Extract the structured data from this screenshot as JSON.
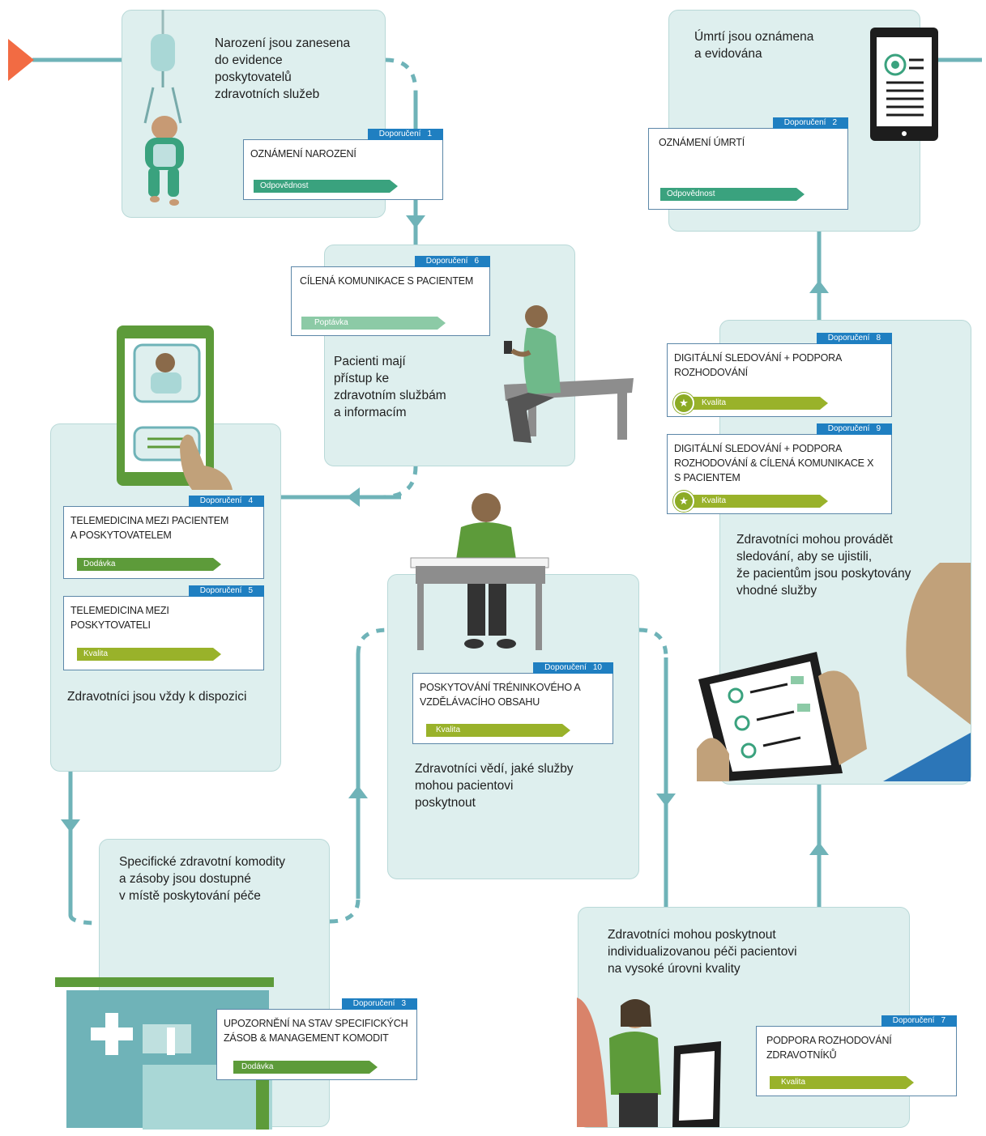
{
  "colors": {
    "panel": "#deefee",
    "connector": "#6fb3b8",
    "tag_blue": "#1f7fc1",
    "odpovednost": "#3aa27e",
    "poptavka": "#8ccaa6",
    "dodavka": "#5d9b3a",
    "kvalita": "#99b22a",
    "start_marker": "#f26b43"
  },
  "icons": [
    "start-arrow-icon",
    "baby-icon",
    "tablet-document-icon",
    "phone-chat-icon",
    "person-phone-icon",
    "person-desk-icon",
    "pharmacy-building-icon",
    "health-worker-icon",
    "tablet-list-icon",
    "star-icon"
  ],
  "panels": {
    "birth": "Narození jsou zanesena\ndo evidence\nposkytovatelů\nzdravotních služeb",
    "death": "Úmrtí jsou oznámena\na evidována",
    "access": "Pacienti mají\npřístup ke\nzdravotním službám\na informacím",
    "available": "Zdravotníci jsou vždy k dispozici",
    "monitoring": "Zdravotníci mohou provádět\nsledování, aby se ujistili,\nže pacientům jsou poskytovány\nvhodné služby",
    "knowledge": "Zdravotníci vědí, jaké služby\nmohou pacientovi\nposkytnout",
    "commodities": "Specifické zdravotní komodity\na zásoby jsou dostupné\nv místě poskytování péče",
    "quality": "Zdravotníci mohou poskytnout\nindividualizovanou péči pacientovi\nna vysoké úrovni kvality"
  },
  "cards": {
    "c1": {
      "tag": "Doporučení",
      "num": "1",
      "title": "OZNÁMENÍ NAROZENÍ",
      "bar": "Odpovědnost"
    },
    "c2": {
      "tag": "Doporučení",
      "num": "2",
      "title": "OZNÁMENÍ ÚMRTÍ",
      "bar": "Odpovědnost"
    },
    "c6": {
      "tag": "Doporučení",
      "num": "6",
      "title": "CÍLENÁ KOMUNIKACE S PACIENTEM",
      "bar": "Poptávka"
    },
    "c8": {
      "tag": "Doporučení",
      "num": "8",
      "title": "DIGITÁLNÍ SLEDOVÁNÍ + PODPORA\nROZHODOVÁNÍ",
      "bar": "Kvalita"
    },
    "c9": {
      "tag": "Doporučení",
      "num": "9",
      "title": "DIGITÁLNÍ SLEDOVÁNÍ + PODPORA\nROZHODOVÁNÍ & CÍLENÁ KOMUNIKACE x\nS PACIENTEM",
      "bar": "Kvalita"
    },
    "c4": {
      "tag": "Doporučení",
      "num": "4",
      "title": "TELEMEDICINA MEZI PACIENTEM\nA POSKYTOVATELEM",
      "bar": "Dodávka"
    },
    "c5": {
      "tag": "Doporučení",
      "num": "5",
      "title": "TELEMEDICINA MEZI\nPOSKYTOVATELI",
      "bar": "Kvalita"
    },
    "c10": {
      "tag": "Doporučení",
      "num": "10",
      "title": "POSKYTOVÁNÍ TRÉNINKOVÉHO A\nVZDĚLÁVACÍHO OBSAHU",
      "bar": "Kvalita"
    },
    "c3": {
      "tag": "Doporučení",
      "num": "3",
      "title": "UPOZORNĚNÍ NA STAV SPECIFICKÝCH\nZÁSOB & MANAGEMENT KOMODIT",
      "bar": "Dodávka"
    },
    "c7": {
      "tag": "Doporučení",
      "num": "7",
      "title": "PODPORA ROZHODOVÁNÍ\nZDRAVOTNÍKŮ",
      "bar": "Kvalita"
    }
  }
}
